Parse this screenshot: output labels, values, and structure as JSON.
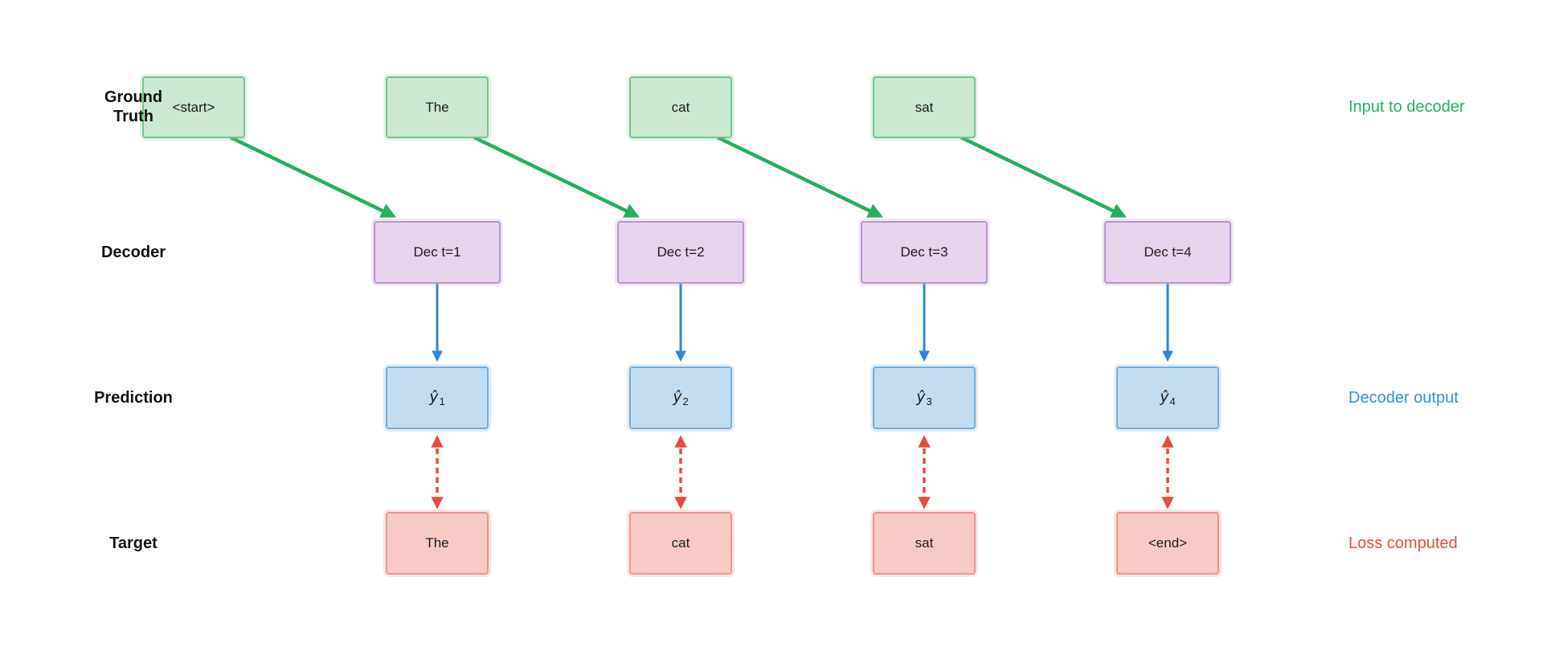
{
  "row_labels": [
    {
      "label": "Ground Truth"
    },
    {
      "label": "Decoder"
    },
    {
      "label": "Prediction"
    },
    {
      "label": "Target"
    }
  ],
  "columns": [
    {
      "ground_truth": "<start>",
      "decoder": "Dec t=1",
      "prediction": {
        "base": "ŷ",
        "sub": "1"
      },
      "target": "The"
    },
    {
      "ground_truth": "The",
      "decoder": "Dec t=2",
      "prediction": {
        "base": "ŷ",
        "sub": "2"
      },
      "target": "cat"
    },
    {
      "ground_truth": "cat",
      "decoder": "Dec t=3",
      "prediction": {
        "base": "ŷ",
        "sub": "3"
      },
      "target": "sat"
    },
    {
      "ground_truth": "sat",
      "decoder": "Dec t=4",
      "prediction": {
        "base": "ŷ",
        "sub": "4"
      },
      "target": "<end>"
    }
  ],
  "annotations": {
    "input_to_decoder": "Input to decoder",
    "decoder_output": "Decoder output",
    "loss_computed": "Loss computed"
  },
  "colors": {
    "gt_fill": "#cbe8d3",
    "gt_border": "#74c48e",
    "dec_fill": "#e6d3ec",
    "dec_border": "#bb93cc",
    "pred_fill": "#c2ddf2",
    "pred_border": "#74add9",
    "targ_fill": "#f8cac5",
    "targ_border": "#e9978e",
    "green_arrow": "#27ae60",
    "blue_arrow": "#2e86d1",
    "red_arrow": "#e74c3c",
    "green_label": "#27ae60",
    "blue_label": "#2e93d9",
    "red_label": "#e74c3c"
  }
}
